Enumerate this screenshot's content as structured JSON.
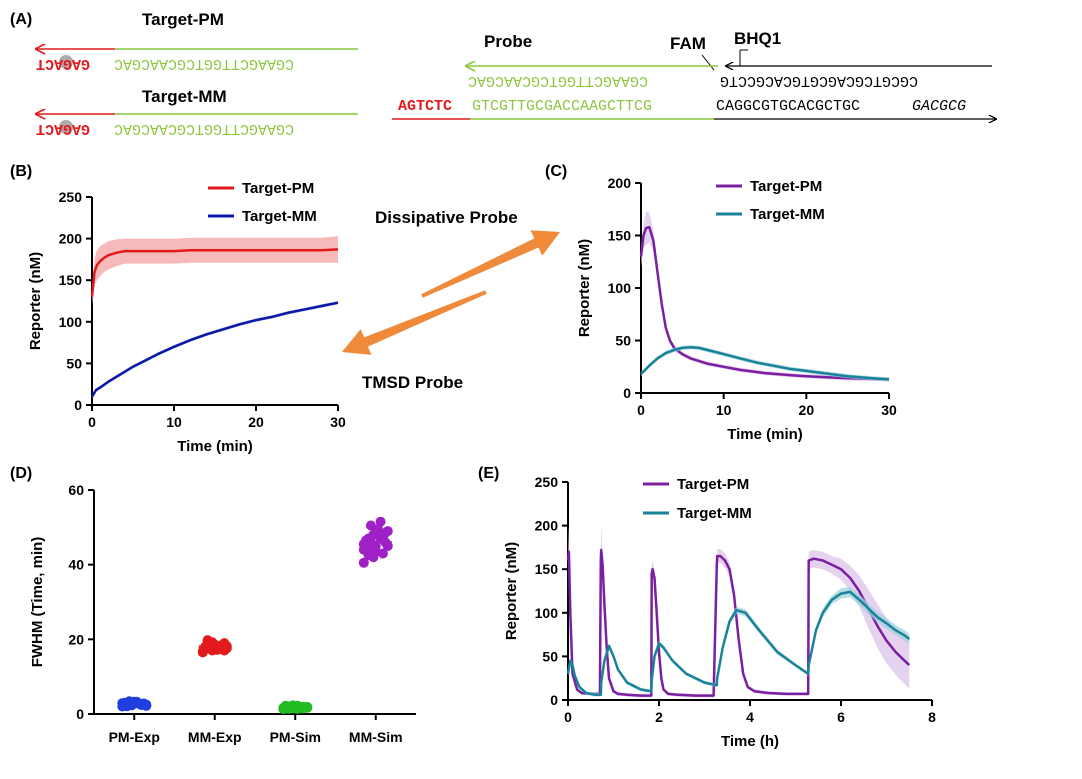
{
  "colors": {
    "red": "#e31a1c",
    "green": "#8cc63f",
    "black": "#000000",
    "blue": "#0a1aa6",
    "purple": "#7a1fa2",
    "teal": "#1a8399",
    "orange": "#ee8a3a",
    "grey": "#9e9e9e"
  },
  "panel_a": {
    "label": "(A)",
    "target_pm": "Target-PM",
    "target_mm": "Target-MM",
    "probe": "Probe",
    "fam": "FAM",
    "bhq1": "BHQ1",
    "pm_red_seq": "GAGACT",
    "pm_green_seq": "CGAAGCTTGGTCGCAACGAC",
    "mm_red_seq": "GAGACT",
    "mm_green_seq": "CGAAGCTTGGTCGCAACGAC",
    "probe_green_seq": "CGAAGCTTGGTCGCAACGAC",
    "probe_black_seq": "CGCGTCGCAGCGTGCACGCCTG",
    "bottom_red_seq": "AGTCTC",
    "bottom_green_seq": "GTCGTTGCGACCAAGCTTCG",
    "bottom_black_seq": "CAGGCGTGCACGCTGC",
    "bottom_italic_seq": "GACGCG"
  },
  "annotations": {
    "dissipative": "Dissipative Probe",
    "tmsd": "TMSD Probe"
  },
  "chart_data": [
    {
      "id": "B",
      "label": "(B)",
      "type": "line",
      "title": "",
      "xlabel": "Time (min)",
      "ylabel": "Reporter (nM)",
      "xlim": [
        0,
        30
      ],
      "ylim": [
        0,
        250
      ],
      "xticks": [
        0,
        10,
        20,
        30
      ],
      "yticks": [
        0,
        50,
        100,
        150,
        200,
        250
      ],
      "grid": false,
      "legend_position": "top-center",
      "series": [
        {
          "name": "Target-PM",
          "color": "#e31a1c",
          "band_color": "#f4a3a3",
          "x": [
            0,
            0.3,
            0.6,
            1,
            1.5,
            2,
            3,
            4,
            5,
            6,
            8,
            10,
            12,
            15,
            18,
            20,
            22,
            25,
            28,
            30
          ],
          "y": [
            130,
            160,
            168,
            173,
            177,
            180,
            183,
            185,
            185,
            185,
            185,
            185,
            186,
            186,
            186,
            186,
            186,
            186,
            186,
            187
          ],
          "err": [
            10,
            16,
            18,
            18,
            17,
            17,
            16,
            15,
            15,
            15,
            15,
            15,
            15,
            15,
            15,
            15,
            15,
            15,
            15,
            16
          ]
        },
        {
          "name": "Target-MM",
          "color": "#0a1aa6",
          "band_color": "#9aa2e0",
          "x": [
            0,
            0.5,
            1,
            2,
            3,
            4,
            5,
            6,
            8,
            10,
            12,
            14,
            16,
            18,
            20,
            22,
            24,
            26,
            28,
            30
          ],
          "y": [
            10,
            18,
            21,
            28,
            34,
            40,
            46,
            51,
            61,
            70,
            78,
            85,
            91,
            97,
            102,
            106,
            111,
            115,
            119,
            123
          ],
          "err": [
            2,
            2,
            2,
            2,
            2,
            2,
            2,
            2,
            2,
            2,
            2,
            2,
            2,
            2,
            2,
            2,
            2,
            2,
            2,
            2
          ]
        }
      ]
    },
    {
      "id": "C",
      "label": "(C)",
      "type": "line",
      "title": "",
      "xlabel": "Time (min)",
      "ylabel": "Reporter (nM)",
      "xlim": [
        0,
        30
      ],
      "ylim": [
        0,
        200
      ],
      "xticks": [
        0,
        10,
        20,
        30
      ],
      "yticks": [
        0,
        50,
        100,
        150,
        200
      ],
      "grid": false,
      "legend_position": "top-right",
      "series": [
        {
          "name": "Target-PM",
          "color": "#7a1fa2",
          "band_color": "#dcc3e8",
          "x": [
            0,
            0.3,
            0.6,
            1,
            1.5,
            2,
            2.5,
            3,
            3.5,
            4,
            5,
            6,
            8,
            10,
            12,
            15,
            18,
            20,
            25,
            30
          ],
          "y": [
            130,
            150,
            157,
            158,
            145,
            115,
            85,
            62,
            50,
            43,
            37,
            33,
            28,
            25,
            22,
            19,
            17,
            16,
            14,
            13
          ],
          "err": [
            10,
            12,
            16,
            14,
            10,
            8,
            6,
            4,
            3,
            3,
            2,
            2,
            2,
            2,
            2,
            2,
            2,
            2,
            2,
            2
          ]
        },
        {
          "name": "Target-MM",
          "color": "#1a8399",
          "band_color": "#9fd2dc",
          "x": [
            0,
            0.5,
            1,
            2,
            3,
            4,
            5,
            6,
            7,
            8,
            10,
            12,
            14,
            16,
            18,
            20,
            22,
            25,
            28,
            30
          ],
          "y": [
            18,
            22,
            26,
            33,
            38,
            41,
            43,
            43.5,
            43,
            41,
            37,
            33,
            29,
            26,
            23,
            21,
            19,
            16,
            14,
            13
          ],
          "err": [
            2,
            2,
            2,
            2,
            2,
            2,
            2,
            2,
            2,
            2,
            2,
            2,
            2,
            2,
            2,
            2,
            2,
            2,
            2,
            2
          ]
        }
      ]
    },
    {
      "id": "D",
      "label": "(D)",
      "type": "scatter",
      "title": "",
      "xlabel": "",
      "ylabel": "FWHM (Time, min)",
      "ylim": [
        0,
        60
      ],
      "yticks": [
        0,
        20,
        40,
        60
      ],
      "grid": false,
      "categories": [
        "PM-Exp",
        "MM-Exp",
        "PM-Sim",
        "MM-Sim"
      ],
      "groups": [
        {
          "category": "PM-Exp",
          "color": "#1f3fe0",
          "mean": 2.8,
          "points": [
            2.0,
            2.3,
            2.6,
            3.0,
            3.3,
            2.5,
            2.8,
            3.1,
            2.2,
            3.4,
            2.7,
            2.9,
            3.2,
            2.4,
            2.6,
            3.0,
            2.8,
            2.1,
            3.3,
            2.5
          ]
        },
        {
          "category": "MM-Exp",
          "color": "#e31a1c",
          "mean": 18.0,
          "points": [
            16.5,
            17.0,
            17.5,
            18.0,
            18.5,
            19.0,
            19.5,
            17.2,
            18.2,
            18.8,
            17.8,
            16.8,
            19.2,
            18.4,
            17.4,
            18.6,
            17.0,
            19.8,
            18.0,
            17.6
          ]
        },
        {
          "category": "PM-Sim",
          "color": "#22bb22",
          "mean": 1.8,
          "points": [
            1.3,
            1.6,
            1.9,
            2.2,
            1.5,
            1.8,
            2.0,
            1.4,
            1.7,
            2.1,
            1.9,
            1.6,
            2.3,
            1.5,
            1.8,
            2.0,
            1.7,
            1.4,
            2.2,
            1.9
          ]
        },
        {
          "category": "MM-Sim",
          "color": "#a020c8",
          "mean": 46.0,
          "points": [
            40.5,
            42.0,
            43.0,
            44.0,
            45.0,
            46.0,
            47.0,
            48.0,
            49.0,
            50.5,
            51.5,
            45.5,
            44.5,
            47.5,
            46.5,
            43.5,
            48.5,
            42.5,
            49.5,
            45.0,
            46.0,
            47.0,
            44.0,
            48.0
          ]
        }
      ]
    },
    {
      "id": "E",
      "label": "(E)",
      "type": "line",
      "title": "",
      "xlabel": "Time (h)",
      "ylabel": "Reporter (nM)",
      "xlim": [
        0,
        8
      ],
      "ylim": [
        0,
        250
      ],
      "xticks": [
        0,
        2,
        4,
        6,
        8
      ],
      "yticks": [
        0,
        50,
        100,
        150,
        200,
        250
      ],
      "grid": false,
      "legend_position": "top-center",
      "series": [
        {
          "name": "Target-PM",
          "color": "#7a1fa2",
          "band_color": "#dcc3e8",
          "x": [
            0,
            0.02,
            0.05,
            0.1,
            0.2,
            0.3,
            0.5,
            0.7,
            0.72,
            0.73,
            0.76,
            0.8,
            0.85,
            0.9,
            1.0,
            1.1,
            1.3,
            1.6,
            1.83,
            1.84,
            1.86,
            1.9,
            1.95,
            2.0,
            2.05,
            2.1,
            2.2,
            2.4,
            2.8,
            3.2,
            3.27,
            3.28,
            3.35,
            3.45,
            3.55,
            3.65,
            3.75,
            3.85,
            3.95,
            4.1,
            4.4,
            4.8,
            5.28,
            5.29,
            5.4,
            5.6,
            5.8,
            6.0,
            6.2,
            6.4,
            6.6,
            6.8,
            7.0,
            7.2,
            7.4,
            7.5
          ],
          "y": [
            160,
            170,
            100,
            30,
            12,
            8,
            7,
            7,
            160,
            172,
            155,
            110,
            60,
            25,
            10,
            7,
            6,
            5,
            5,
            145,
            150,
            140,
            100,
            55,
            25,
            12,
            7,
            6,
            5,
            5,
            155,
            165,
            165,
            160,
            150,
            120,
            70,
            30,
            15,
            10,
            8,
            7,
            7,
            160,
            162,
            160,
            155,
            150,
            140,
            125,
            105,
            85,
            68,
            55,
            45,
            40
          ],
          "err": [
            8,
            30,
            12,
            4,
            2,
            2,
            2,
            2,
            10,
            30,
            12,
            8,
            5,
            3,
            2,
            2,
            2,
            2,
            2,
            8,
            10,
            8,
            6,
            4,
            3,
            2,
            2,
            2,
            2,
            2,
            8,
            8,
            8,
            8,
            8,
            8,
            6,
            3,
            2,
            2,
            2,
            2,
            2,
            10,
            10,
            10,
            10,
            12,
            14,
            18,
            22,
            25,
            26,
            26,
            27,
            27
          ]
        },
        {
          "name": "Target-MM",
          "color": "#1a8399",
          "band_color": "#9fd2dc",
          "x": [
            0,
            0.05,
            0.1,
            0.15,
            0.25,
            0.4,
            0.6,
            0.72,
            0.73,
            0.8,
            0.9,
            1.0,
            1.1,
            1.3,
            1.6,
            1.83,
            1.84,
            1.9,
            2.0,
            2.1,
            2.3,
            2.6,
            3.0,
            3.27,
            3.28,
            3.4,
            3.55,
            3.7,
            3.9,
            4.2,
            4.6,
            5.0,
            5.28,
            5.29,
            5.45,
            5.6,
            5.8,
            6.0,
            6.2,
            6.4,
            6.6,
            6.8,
            7.0,
            7.2,
            7.4,
            7.5
          ],
          "y": [
            30,
            45,
            40,
            28,
            15,
            8,
            6,
            6,
            20,
            45,
            62,
            50,
            35,
            20,
            12,
            10,
            22,
            50,
            65,
            60,
            45,
            30,
            20,
            17,
            25,
            60,
            90,
            103,
            100,
            80,
            55,
            40,
            30,
            40,
            80,
            100,
            115,
            122,
            124,
            115,
            105,
            95,
            88,
            80,
            74,
            70
          ],
          "err": [
            3,
            3,
            3,
            2,
            2,
            2,
            2,
            2,
            2,
            3,
            3,
            3,
            2,
            2,
            2,
            2,
            2,
            3,
            3,
            3,
            2,
            2,
            2,
            2,
            2,
            3,
            4,
            4,
            4,
            3,
            3,
            2,
            2,
            2,
            4,
            5,
            5,
            6,
            6,
            6,
            6,
            6,
            6,
            6,
            6,
            6
          ]
        }
      ]
    }
  ]
}
